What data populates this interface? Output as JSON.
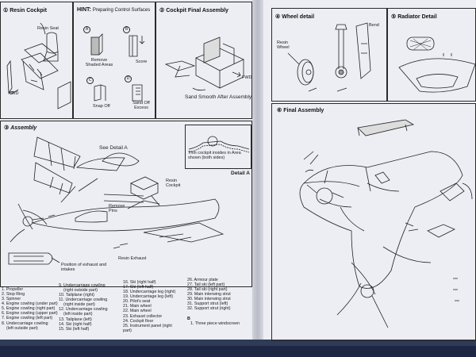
{
  "panels": {
    "resin_cockpit": {
      "num": "①",
      "title": "Resin Cockpit",
      "labels": [
        "Resin Seat",
        "FWD"
      ]
    },
    "hint": {
      "title": "HINT:",
      "subtitle": "Preparing Control Surfaces",
      "letters": [
        "A",
        "B",
        "C",
        "D"
      ],
      "labels": [
        "Remove Shaded Areas",
        "Score",
        "Snap Off",
        "Sand Off Excess"
      ]
    },
    "cockpit_final": {
      "num": "②",
      "title": "Cockpit Final Assembly",
      "labels": [
        "FWD",
        "Sand Smooth After Assembly"
      ]
    },
    "wheel_detail": {
      "num": "④",
      "title": "Wheel detail",
      "labels": [
        "Bend",
        "Resin Wheel"
      ]
    },
    "radiator_detail": {
      "num": "⑤",
      "title": "Radiator Detail"
    },
    "assembly": {
      "num": "③",
      "title": "Assembly",
      "labels": [
        "See Detail A",
        "Resin Cockpit",
        "Remove Pins",
        "Position of exhaust and intakes",
        "Resin Exhaust"
      ],
      "detail_note": "Thin cockpit insides in Area shown (both sides)",
      "detail_title": "Detail A"
    },
    "final_assembly": {
      "num": "⑥",
      "title": "Final Assembly"
    }
  },
  "parts_list": {
    "col1": [
      "1. Propeller",
      "2. Stop Ring",
      "3. Spinner",
      "4. Engine cowling (under part)",
      "5. Engine cowling (right part)",
      "6. Engine cowling (upper part)",
      "7. Engine cowling (left part)",
      "8. Undercarriage cowling",
      "(left outside part)"
    ],
    "col2": [
      "9. Undercarriage cowling",
      "(right outside part)",
      "10. Tailplane (right)",
      "11. Undercarriage cowling",
      "(right inside part)",
      "12. Undercarriage cowling",
      "(left inside part)",
      "13. Tailplane (left)",
      "14. Ski (right half)",
      "15. Ski (left half)"
    ],
    "col3": [
      "16. Ski (right half)",
      "17. Ski (left half)",
      "18. Undercarriage leg (right)",
      "19. Undercarriage leg (left)",
      "20. Pilot's seat",
      "21. Main wheel",
      "22. Main wheel",
      "23. Exhaust collector",
      "24. Cockpit floor",
      "25. Instrument panel (right",
      "part)"
    ],
    "col4": [
      "26. Armour plate",
      "27. Tail ski (left part)",
      "28. Tail ski (right part)",
      "29. Main interwing strut",
      "30. Main interwing strut",
      "31. Support strut (left)",
      "32. Support strut (right)"
    ],
    "section_b_title": "B",
    "section_b_items": [
      "1. Three piece windscreen"
    ]
  }
}
